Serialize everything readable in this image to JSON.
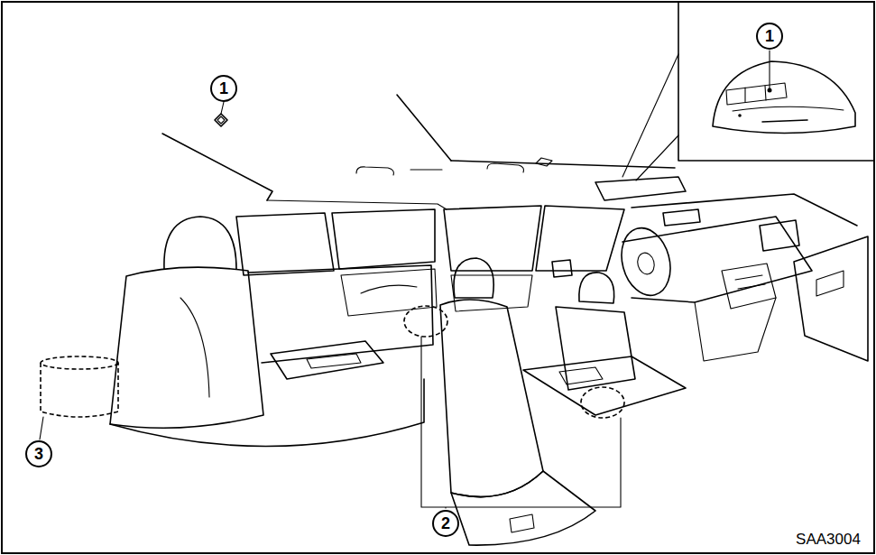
{
  "diagram": {
    "labels": [
      "1",
      "1",
      "2",
      "3",
      "SAA3004"
    ]
  }
}
